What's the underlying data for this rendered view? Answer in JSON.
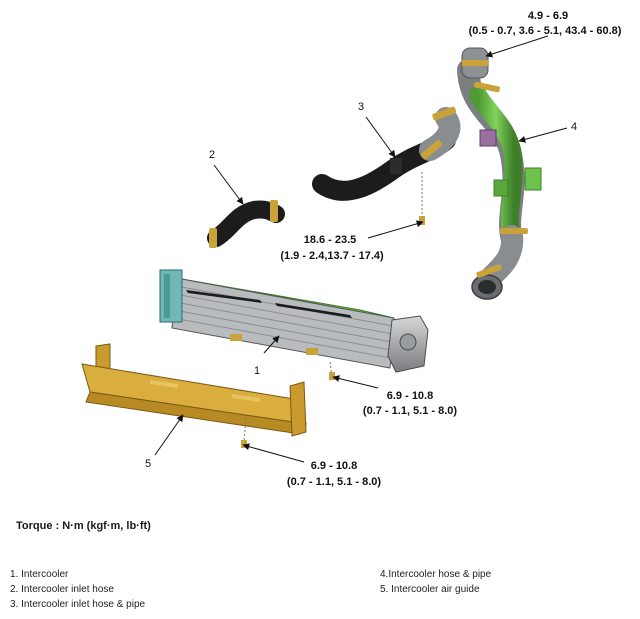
{
  "callouts": {
    "c1": "1",
    "c2": "2",
    "c3": "3",
    "c4": "4",
    "c5": "5"
  },
  "torques": {
    "top_value": "4.9 - 6.9",
    "top_alt": "(0.5 - 0.7, 3.6 - 5.1, 43.4 - 60.8)",
    "hose_value": "18.6 - 23.5",
    "hose_alt": "(1.9 - 2.4,13.7 - 17.4)",
    "bracket_value": "6.9 - 10.8",
    "bracket_alt": "(0.7 - 1.1, 5.1 - 8.0)",
    "guide_value": "6.9 - 10.8",
    "guide_alt": "(0.7 - 1.1, 5.1 - 8.0)"
  },
  "torque_title": "Torque : N·m (kgf·m, lb·ft)",
  "legend": {
    "left": [
      "1. Intercooler",
      "2. Intercooler inlet hose",
      "3. Intercooler inlet hose & pipe"
    ],
    "right": [
      "4.Intercooler hose & pipe",
      "5. Intercooler air guide"
    ]
  },
  "colors": {
    "hose_black": "#1c1c1c",
    "pipe_green": "#6cc24a",
    "clamp_gold": "#c9a23a",
    "guide_yellow": "#d9ae3e",
    "core_gray": "#b8bcbf",
    "tank_teal": "#6fb8b8"
  }
}
